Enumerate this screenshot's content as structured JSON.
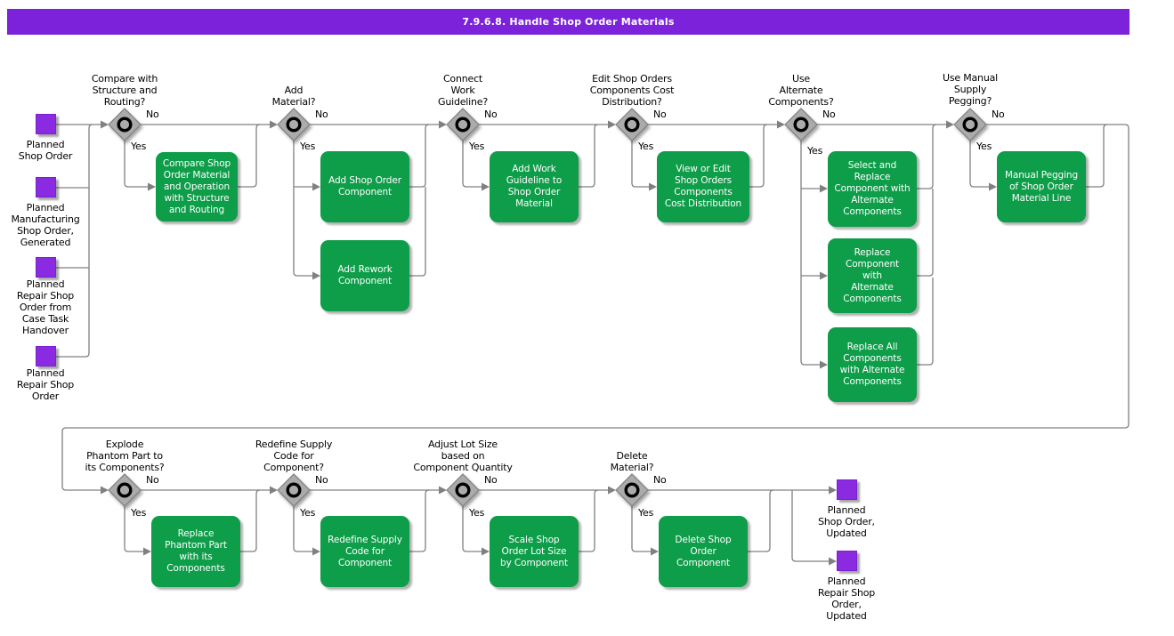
{
  "title": "7.9.6.8. Handle Shop Order Materials",
  "branch_labels": {
    "yes": "Yes",
    "no": "No"
  },
  "start_nodes": [
    {
      "label": "Planned\nShop Order"
    },
    {
      "label": "Planned\nManufacturing\nShop Order,\nGenerated"
    },
    {
      "label": "Planned\nRepair Shop\nOrder from\nCase Task\nHandover"
    },
    {
      "label": "Planned\nRepair Shop\nOrder"
    }
  ],
  "end_nodes": [
    {
      "label": "Planned\nShop Order,\nUpdated"
    },
    {
      "label": "Planned\nRepair Shop\nOrder,\nUpdated"
    }
  ],
  "decisions": [
    {
      "question": "Compare with\nStructure and\nRouting?"
    },
    {
      "question": "Add\nMaterial?"
    },
    {
      "question": "Connect\nWork\nGuideline?"
    },
    {
      "question": "Edit Shop Orders\nComponents Cost\nDistribution?"
    },
    {
      "question": "Use\nAlternate\nComponents?"
    },
    {
      "question": "Use Manual\nSupply\nPegging?"
    },
    {
      "question": "Explode\nPhantom Part to\nits Components?"
    },
    {
      "question": "Redefine Supply\nCode for\nComponent?"
    },
    {
      "question": "Adjust Lot Size\nbased on\nComponent Quantity"
    },
    {
      "question": "Delete\nMaterial?"
    }
  ],
  "activities": [
    {
      "label": "Compare Shop\nOrder Material\nand Operation\nwith Structure\nand Routing"
    },
    {
      "label": "Add Shop Order\nComponent"
    },
    {
      "label": "Add Rework\nComponent"
    },
    {
      "label": "Add Work\nGuideline to\nShop Order\nMaterial"
    },
    {
      "label": "View or Edit\nShop Orders\nComponents\nCost Distribution"
    },
    {
      "label": "Select and\nReplace\nComponent with\nAlternate\nComponents"
    },
    {
      "label": "Replace\nComponent\nwith\nAlternate\nComponents"
    },
    {
      "label": "Replace All\nComponents\nwith Alternate\nComponents"
    },
    {
      "label": "Manual Pegging\nof Shop Order\nMaterial Line"
    },
    {
      "label": "Replace\nPhantom Part\nwith its\nComponents"
    },
    {
      "label": "Redefine Supply\nCode for\nComponent"
    },
    {
      "label": "Scale Shop\nOrder Lot Size\nby Component"
    },
    {
      "label": "Delete Shop\nOrder\nComponent"
    }
  ],
  "colors": {
    "title_bar": "#7b22da",
    "event_node": "#8a2be2",
    "activity": "#0e9d49",
    "connector": "#808080",
    "decision_fill": "#ababab"
  }
}
